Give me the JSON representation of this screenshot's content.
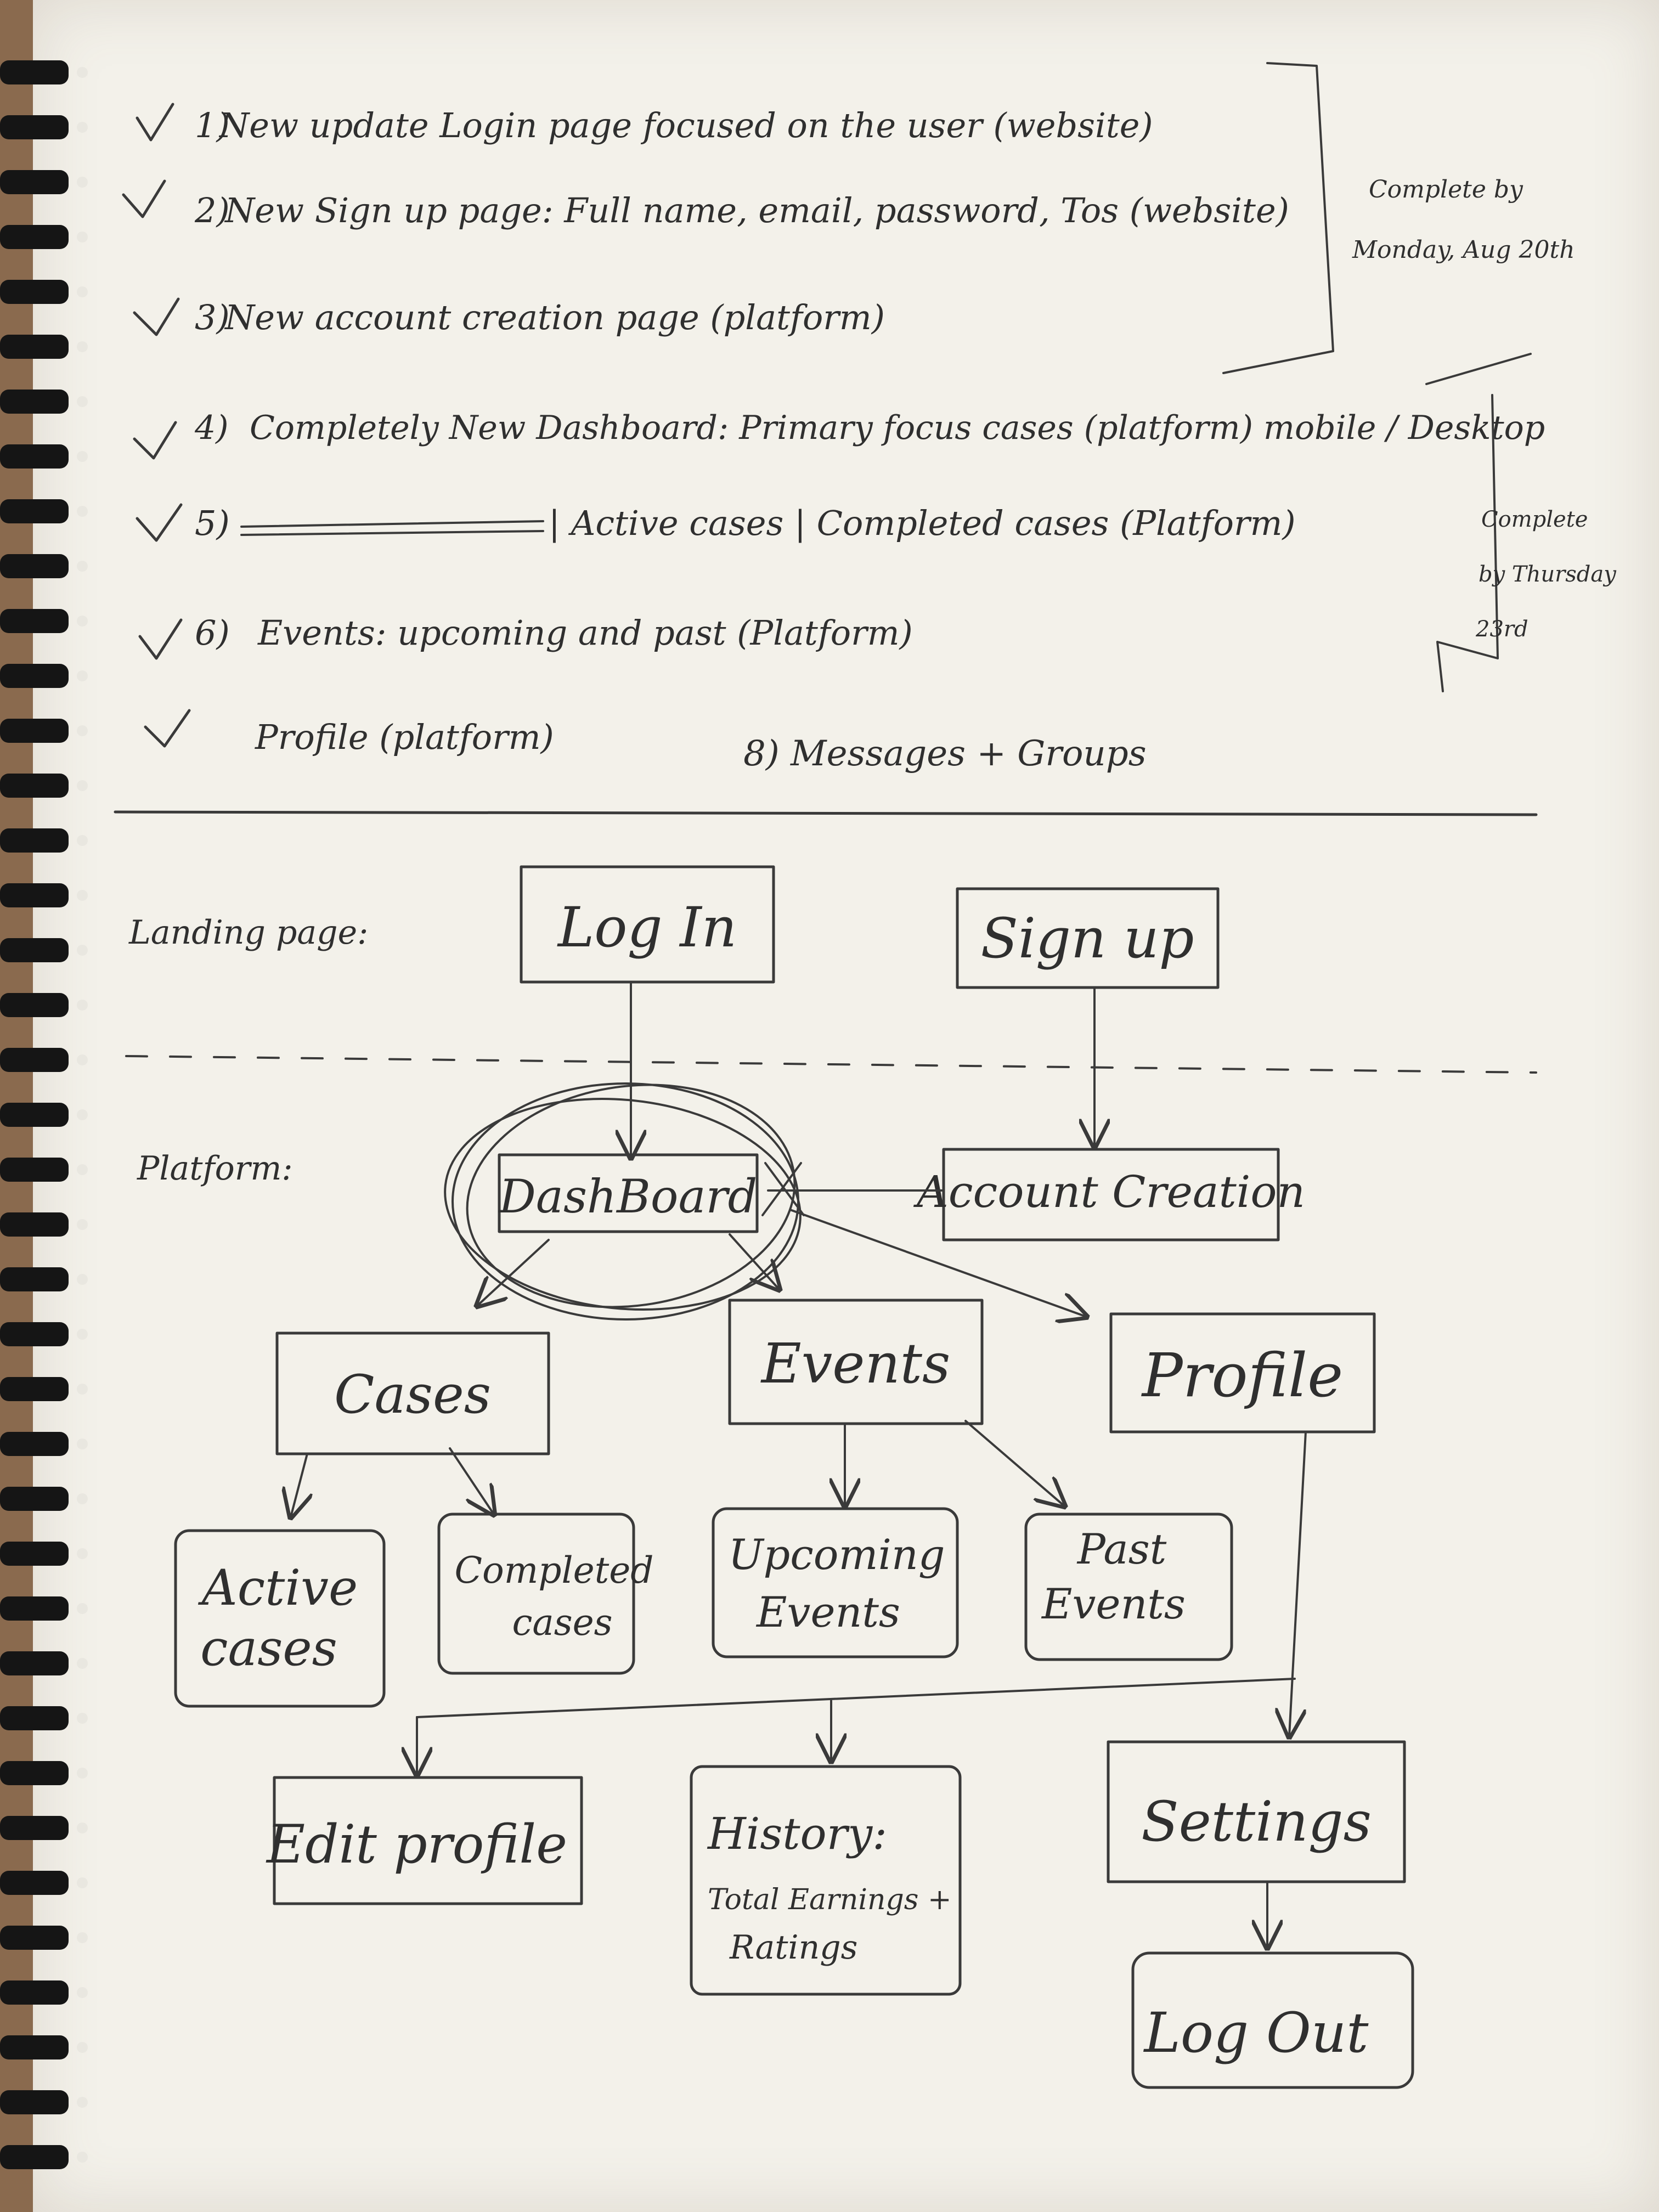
{
  "notes": {
    "items": [
      {
        "marker": "1)",
        "text": "New update Login page focused on the user (website)"
      },
      {
        "marker": "2)",
        "text": "New Sign up page: Full name, email, password, Tos (website)"
      },
      {
        "marker": "3)",
        "text": "New account creation page (platform)"
      },
      {
        "marker": "4)",
        "text": "Completely New Dashboard: Primary focus cases (platform) mobile / Desktop"
      },
      {
        "marker": "5)",
        "text": "| Active cases | Completed cases (Platform)"
      },
      {
        "marker": "6)",
        "text": "Events: upcoming and past (Platform)"
      },
      {
        "marker": "",
        "text": "Profile (platform)"
      }
    ],
    "item8": "8) Messages + Groups",
    "deadline1": [
      "Complete by",
      "Monday, Aug 20th"
    ],
    "deadline2": [
      "Complete",
      "by Thursday",
      "23rd"
    ]
  },
  "diagram": {
    "section_landing": "Landing page:",
    "section_platform": "Platform:",
    "nodes": {
      "login": "Log In",
      "signup": "Sign up",
      "dashboard": "DashBoard",
      "account_creation": "Account Creation",
      "cases": "Cases",
      "events": "Events",
      "profile": "Profile",
      "active_cases": [
        "Active",
        "cases"
      ],
      "completed_cases": [
        "Completed",
        "cases"
      ],
      "upcoming_events": [
        "Upcoming",
        "Events"
      ],
      "past_events": [
        "Past",
        "Events"
      ],
      "edit_profile": "Edit profile",
      "history": [
        "History:",
        "Total Earnings +",
        "Ratings"
      ],
      "settings": "Settings",
      "log_out": "Log Out"
    }
  },
  "colors": {
    "paper": "#f3f1ea",
    "ink": "#2f2f2f",
    "background": "#8a6a4e"
  }
}
